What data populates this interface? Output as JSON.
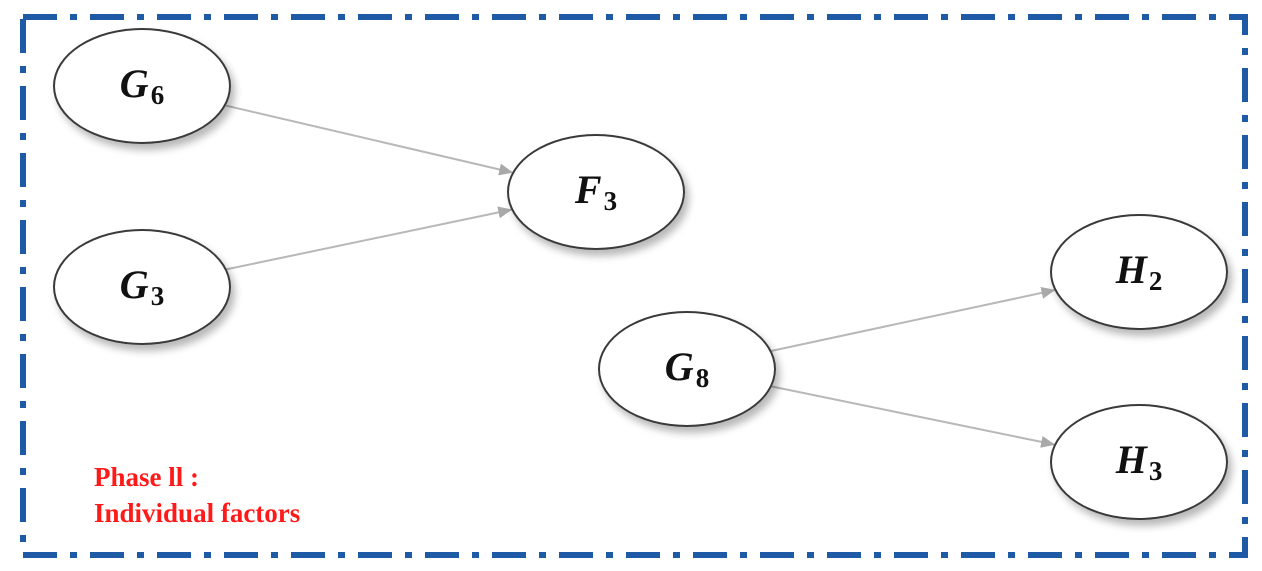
{
  "nodes": [
    {
      "id": "G6",
      "main": "G",
      "sub": "6",
      "style": "grey"
    },
    {
      "id": "G3",
      "main": "G",
      "sub": "3",
      "style": "blue"
    },
    {
      "id": "F3",
      "main": "F",
      "sub": "3",
      "style": "peach"
    },
    {
      "id": "G8",
      "main": "G",
      "sub": "8",
      "style": "blue"
    },
    {
      "id": "H2",
      "main": "H",
      "sub": "2",
      "style": "peach"
    },
    {
      "id": "H3",
      "main": "H",
      "sub": "3",
      "style": "grey"
    }
  ],
  "edges": [
    {
      "from": "G6",
      "to": "F3"
    },
    {
      "from": "G3",
      "to": "F3"
    },
    {
      "from": "G8",
      "to": "H2"
    },
    {
      "from": "G8",
      "to": "H3"
    }
  ],
  "phase": {
    "line1": "Phase ll :",
    "line2": "Individual factors"
  },
  "colors": {
    "frame": "#1f5aa6",
    "edge": "#b8b8b8",
    "phase_text": "#ff1a1a"
  }
}
